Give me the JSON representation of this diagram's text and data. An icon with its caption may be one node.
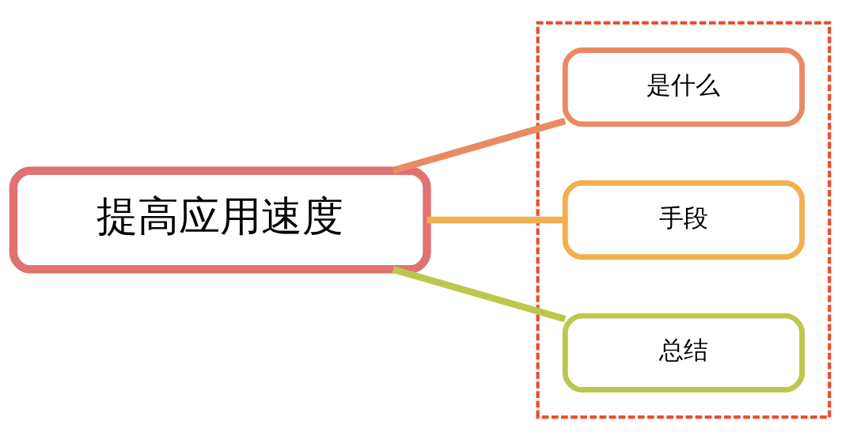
{
  "diagram": {
    "nodes": [
      {
        "text": [
          "提高应用速度"
        ]
      },
      {
        "text": [],
        "shape": "box"
      },
      {
        "text": [
          "是什么"
        ],
        "in": 1
      },
      {
        "text": [
          "手段"
        ],
        "in": 1
      },
      {
        "text": [
          "总结"
        ],
        "in": 1
      }
    ],
    "edges": [
      {
        "from": 0,
        "to": 2,
        "arrow": "none",
        "color": "#e98a63"
      },
      {
        "from": 0,
        "to": 3,
        "arrow": "none",
        "color": "#f0b050"
      },
      {
        "from": 0,
        "to": 4,
        "arrow": "none",
        "color": "#bcc74e"
      }
    ]
  }
}
